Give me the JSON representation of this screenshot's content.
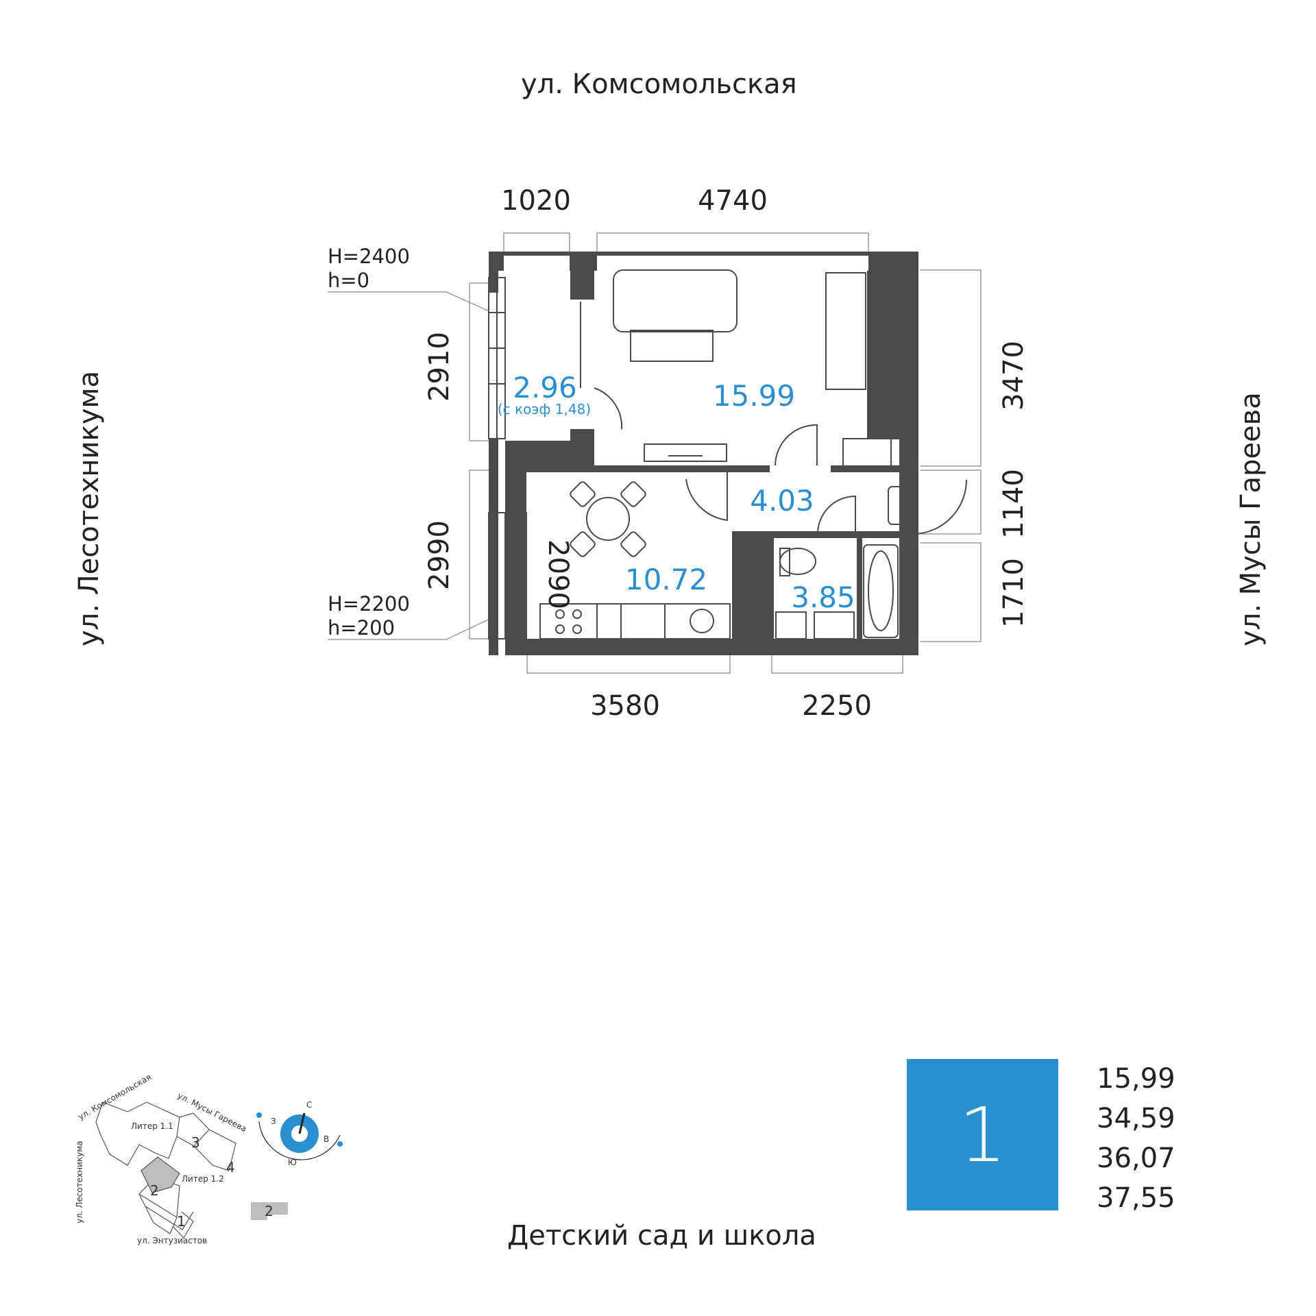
{
  "streets": {
    "top": "ул. Комсомольская",
    "left": "ул. Лесотехникума",
    "right": "ул. Мусы Гареева",
    "bottom": "Детский сад и школа"
  },
  "dimensions": {
    "top_left": "1020",
    "top_right": "4740",
    "left_upper": "2910",
    "left_lower": "2990",
    "kitchen_inner": "2090",
    "right_upper": "3470",
    "right_middle": "1140",
    "right_lower": "1710",
    "bottom_left": "3580",
    "bottom_right": "2250"
  },
  "notes": {
    "upper_H": "H=2400",
    "upper_h": "h=0",
    "lower_H": "H=2200",
    "lower_h": "h=200"
  },
  "rooms": {
    "balcony_area": "2.96",
    "balcony_coef": "(с коэф 1,48)",
    "living_area": "15.99",
    "kitchen_area": "10.72",
    "hall_area": "4.03",
    "bath_area": "3.85"
  },
  "minimap": {
    "street_top": "ул. Комсомольская",
    "street_left": "ул. Лесотехникума",
    "street_right": "ул. Мусы Гареева",
    "street_bottom": "ул. Энтузиастов",
    "liter_1_1": "Литер 1.1",
    "liter_1_2": "Литер 1.2",
    "section_1": "1",
    "section_2": "2",
    "section_3": "3",
    "section_4": "4",
    "legend_section": "2",
    "compass_n": "С",
    "compass_s": "Ю",
    "compass_w": "З",
    "compass_e": "В"
  },
  "summary": {
    "rooms_count": "1",
    "areas": [
      "15,99",
      "34,59",
      "36,07",
      "37,55"
    ]
  },
  "colors": {
    "wall": "#4a4a4c",
    "accent": "#2a8fce",
    "line": "#9a9a9a",
    "highlight_section": "#bdbdbd"
  }
}
